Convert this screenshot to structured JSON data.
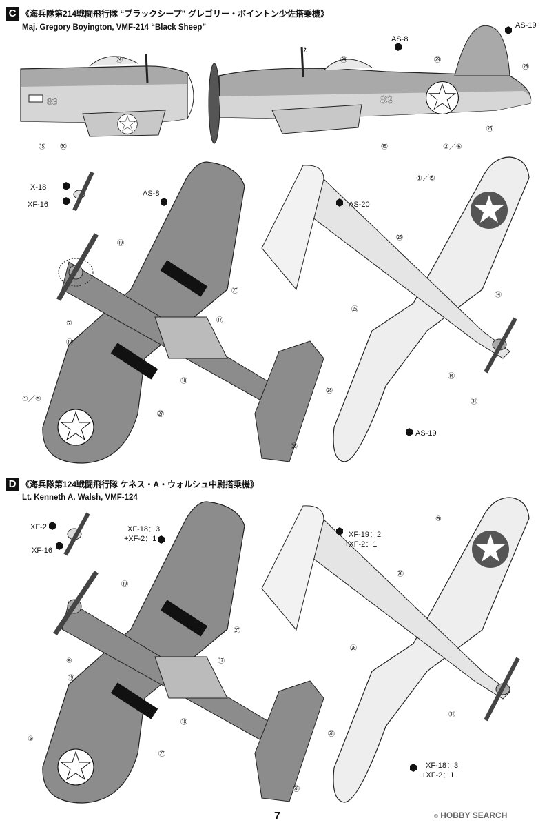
{
  "section_c": {
    "letter": "C",
    "title_jp": "《海兵隊第214戦闘飛行隊 “ブラックシープ” グレゴリー・ボイントン少佐搭乗機》",
    "title_en": "Maj. Gregory Boyington, VMF-214 “Black Sheep”",
    "aircraft_number": "83",
    "labels": {
      "as8_top": "AS-8",
      "as19_top": "AS-19",
      "x18": "X-18",
      "xf16": "XF-16",
      "as8_mid": "AS-8",
      "as20": "AS-20",
      "as19_bottom": "AS-19",
      "c15a": "⑮",
      "c30": "㉚",
      "c24a": "㉔",
      "c7a": "⑦",
      "c24b": "㉔",
      "c29": "㉙",
      "c28a": "㉘",
      "c25": "㉕",
      "c15b": "⑮",
      "c2_6": "②／⑥",
      "c19a": "⑲",
      "c27a": "㉗",
      "c7b": "⑦",
      "c17": "⑰",
      "c19b": "⑲",
      "c18": "⑱",
      "c1_5a": "①／⑤",
      "c27b": "㉗",
      "c28b": "㉘",
      "c28c": "㉘",
      "c1_5b": "①／⑤",
      "c26a": "㉖",
      "c14a": "⑭",
      "c26b": "㉖",
      "c14b": "⑭",
      "c31": "㉛"
    }
  },
  "section_d": {
    "letter": "D",
    "title_jp": "《海兵隊第124戦闘飛行隊 ケネス・A・ウォルシュ中尉搭乗機》",
    "title_en": "Lt. Kenneth A. Walsh, VMF-124",
    "labels": {
      "xf2": "XF-2",
      "xf16": "XF-16",
      "xf18_line1": "XF-18：3",
      "xf18_line2": "+XF-2：1",
      "xf19_line1": "XF-19：2",
      "xf19_line2": "+XF-2：1",
      "xf18b_line1": "XF-18：3",
      "xf18b_line2": "+XF-2：1",
      "d19a": "⑲",
      "d27a": "㉗",
      "d9": "⑨",
      "d17": "⑰",
      "d19b": "⑲",
      "d18": "⑱",
      "d5a": "⑤",
      "d27b": "㉗",
      "d28a": "㉘",
      "d28b": "㉘",
      "d5b": "⑤",
      "d26a": "㉖",
      "d26b": "㉖",
      "d31": "㉛"
    }
  },
  "footer": {
    "page_number": "7",
    "watermark": "HOBBY SEARCH",
    "watermark_mark": "©"
  },
  "colors": {
    "upper_gray": "#8c8c8c",
    "under_white": "#eeeeee",
    "ink": "#111111"
  }
}
